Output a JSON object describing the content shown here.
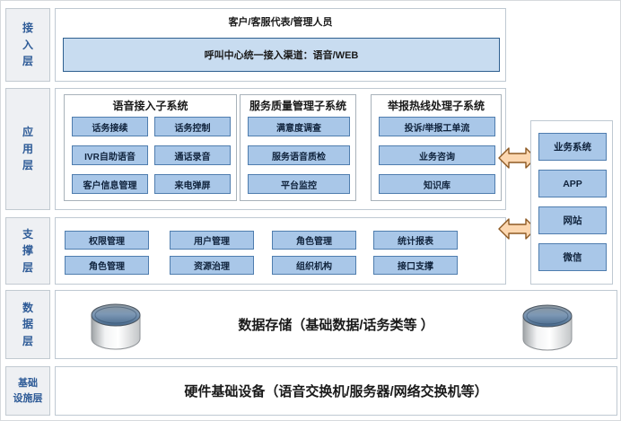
{
  "layers": {
    "access": {
      "label": "接\n入\n层",
      "title": "客户/客服代表/管理人员",
      "channel_bar": "呼叫中心统一接入渠道：语音/WEB"
    },
    "app": {
      "label": "应\n用\n层",
      "subsystems": [
        {
          "title": "语音接入子系统",
          "items": [
            "话务接续",
            "话务控制",
            "IVR自助语音",
            "通话录音",
            "客户信息管理",
            "来电弹屏"
          ]
        },
        {
          "title": "服务质量管理子系统",
          "items": [
            "满意度调查",
            "服务语音质检",
            "平台监控"
          ]
        },
        {
          "title": "举报热线处理子系统",
          "items": [
            "投诉/举报工单流",
            "业务咨询",
            "知识库"
          ]
        }
      ]
    },
    "support": {
      "label": "支\n撑\n层",
      "items": [
        "权限管理",
        "用户管理",
        "角色管理",
        "统计报表",
        "角色管理",
        "资源治理",
        "组织机构",
        "接口支撑"
      ]
    },
    "data": {
      "label": "数\n据\n层",
      "text": "数据存储（基础数据/话务类等 ）"
    },
    "infra": {
      "label": "基础\n设施层",
      "text": "硬件基础设备（语音交换机/服务器/网络交换机等）"
    }
  },
  "right_panel": {
    "items": [
      "业务系统",
      "APP",
      "网站",
      "微信"
    ]
  },
  "icons": {
    "database": "database-cylinder-icon",
    "arrow": "double-headed-arrow-icon"
  },
  "colors": {
    "item_fill": "#a9c7e8",
    "item_border": "#4f7dae",
    "channel_bar_fill": "#c8dcf0",
    "channel_bar_border": "#2e5f8f",
    "label_text": "#2e5b97",
    "label_fill": "#eef0f3",
    "arrow_fill": "#fcd7b0",
    "arrow_stroke": "#8e5a24"
  }
}
